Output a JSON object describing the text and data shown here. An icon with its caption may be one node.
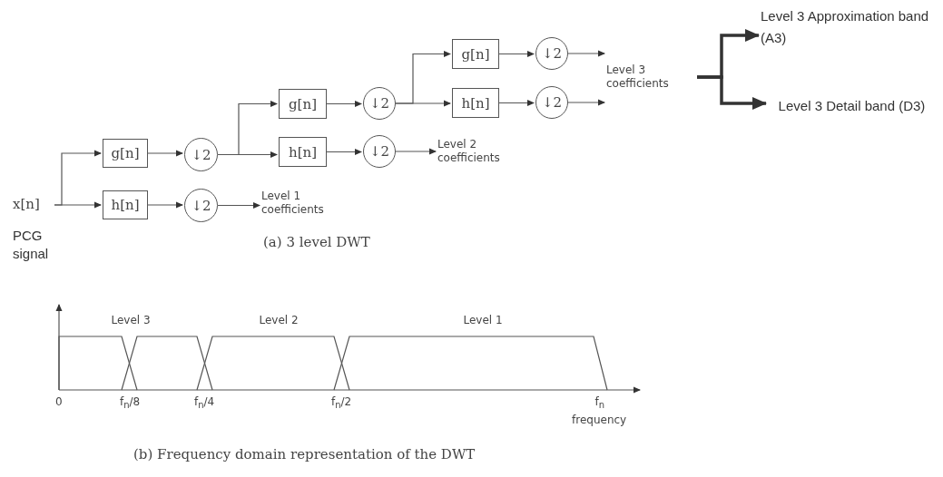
{
  "diagram": {
    "nodes": [
      {
        "text": [
          "x[n]"
        ],
        "beside": [
          "PCG signal"
        ]
      },
      {
        "text": [
          "g[n]"
        ]
      },
      {
        "text": [
          "h[n]"
        ]
      },
      {
        "text": [
          "↓2"
        ]
      },
      {
        "text": [
          "↓2"
        ]
      },
      {
        "text": [
          "Level 1 coefficients"
        ]
      },
      {
        "text": [
          "g[n]"
        ]
      },
      {
        "text": [
          "h[n]"
        ]
      },
      {
        "text": [
          "↓2"
        ]
      },
      {
        "text": [
          "↓2"
        ]
      },
      {
        "text": [
          "Level 2 coefficients"
        ]
      },
      {
        "text": [
          "g[n]"
        ]
      },
      {
        "text": [
          "h[n]"
        ]
      },
      {
        "text": [
          "↓2"
        ]
      },
      {
        "text": [
          "↓2"
        ]
      },
      {
        "text": [
          "Level 3 coefficients"
        ]
      },
      {
        "text": [
          "Level 3 Approximation band (A3)"
        ]
      },
      {
        "text": [
          "Level 3 Detail band (D3)"
        ]
      }
    ],
    "edges": [
      {
        "from": 0,
        "to": 1,
        "arrow": "to"
      },
      {
        "from": 0,
        "to": 2,
        "arrow": "to"
      },
      {
        "from": 1,
        "to": 3,
        "arrow": "to"
      },
      {
        "from": 2,
        "to": 4,
        "arrow": "to"
      },
      {
        "from": 4,
        "to": 5,
        "arrow": "to"
      },
      {
        "from": 3,
        "to": 6,
        "arrow": "to"
      },
      {
        "from": 3,
        "to": 7,
        "arrow": "to"
      },
      {
        "from": 6,
        "to": 8,
        "arrow": "to"
      },
      {
        "from": 7,
        "to": 9,
        "arrow": "to"
      },
      {
        "from": 9,
        "to": 10,
        "arrow": "to"
      },
      {
        "from": 8,
        "to": 11,
        "arrow": "to"
      },
      {
        "from": 8,
        "to": 12,
        "arrow": "to"
      },
      {
        "from": 11,
        "to": 13,
        "arrow": "to"
      },
      {
        "from": 12,
        "to": 14,
        "arrow": "to"
      },
      {
        "from": 13,
        "to": 15,
        "arrow": "to"
      },
      {
        "from": 14,
        "to": 15,
        "arrow": "to"
      },
      {
        "from": 15,
        "to": 16,
        "arrow": "to",
        "style": "thick"
      },
      {
        "from": 15,
        "to": 17,
        "arrow": "to",
        "style": "thick"
      }
    ],
    "labels": [
      "(a) 3 level DWT",
      "Level 3",
      "Level 2",
      "Level 1",
      "0",
      "f$_{n}$/8",
      "f$_{n}$/4",
      "f$_{n}$/2",
      "f$_{n}$",
      "frequency",
      "(b) Frequency domain representation of the DWT"
    ]
  }
}
